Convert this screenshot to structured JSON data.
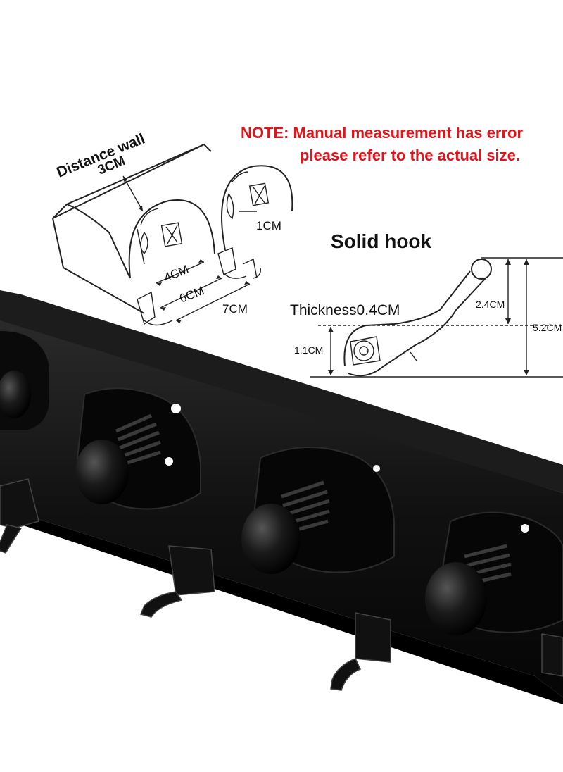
{
  "note": {
    "line1": "NOTE: Manual measurement has error",
    "line2": "please refer to the actual size."
  },
  "left_diagram": {
    "distance_label": "Distance wall",
    "distance_value": "3CM",
    "gap_1cm": "1CM",
    "dim_4cm": "4CM",
    "dim_6cm": "6CM",
    "dim_7cm": "7CM"
  },
  "right_diagram": {
    "title": "Solid hook",
    "thickness": "Thickness0.4CM",
    "dim_2_4": "2.4CM",
    "dim_5_2": "5.2CM",
    "dim_1_1": "1.1CM"
  },
  "colors": {
    "note_red": "#e0141b",
    "product_black": "#0d0d0d"
  }
}
